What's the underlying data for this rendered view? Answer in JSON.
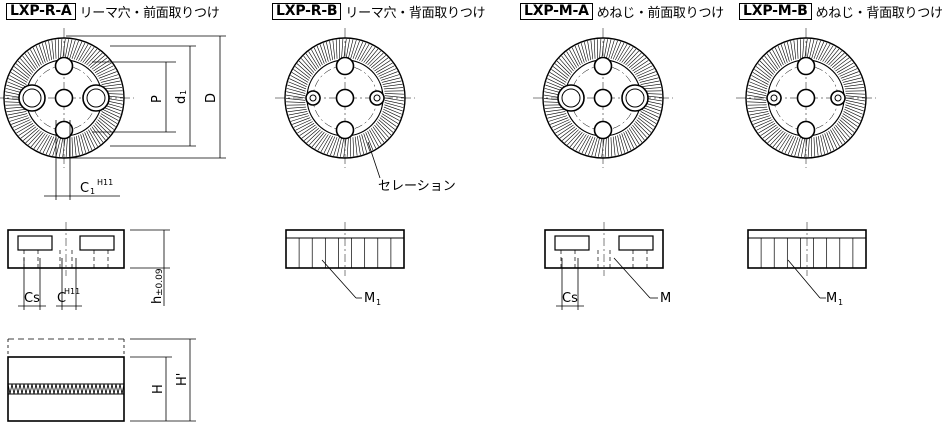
{
  "titles": [
    {
      "code": "LXP-R-A",
      "desc": "リーマ穴・前面取りつけ"
    },
    {
      "code": "LXP-R-B",
      "desc": "リーマ穴・背面取りつけ"
    },
    {
      "code": "LXP-M-A",
      "desc": "めねじ・前面取りつけ"
    },
    {
      "code": "LXP-M-B",
      "desc": "めねじ・背面取りつけ"
    }
  ],
  "dims": {
    "P": "P",
    "d1": "d",
    "d1_sub": "1",
    "D": "D",
    "C1": "C",
    "C1_sub": "1",
    "C1_sup": "H11",
    "Cs": "Cs",
    "C": "C",
    "C_sup": "H11",
    "h": "h",
    "h_tol": "±0.09",
    "H": "H",
    "Hp": "H'",
    "M1": "M",
    "M1_sub": "1",
    "M": "M"
  },
  "serration_label": "セレーション"
}
